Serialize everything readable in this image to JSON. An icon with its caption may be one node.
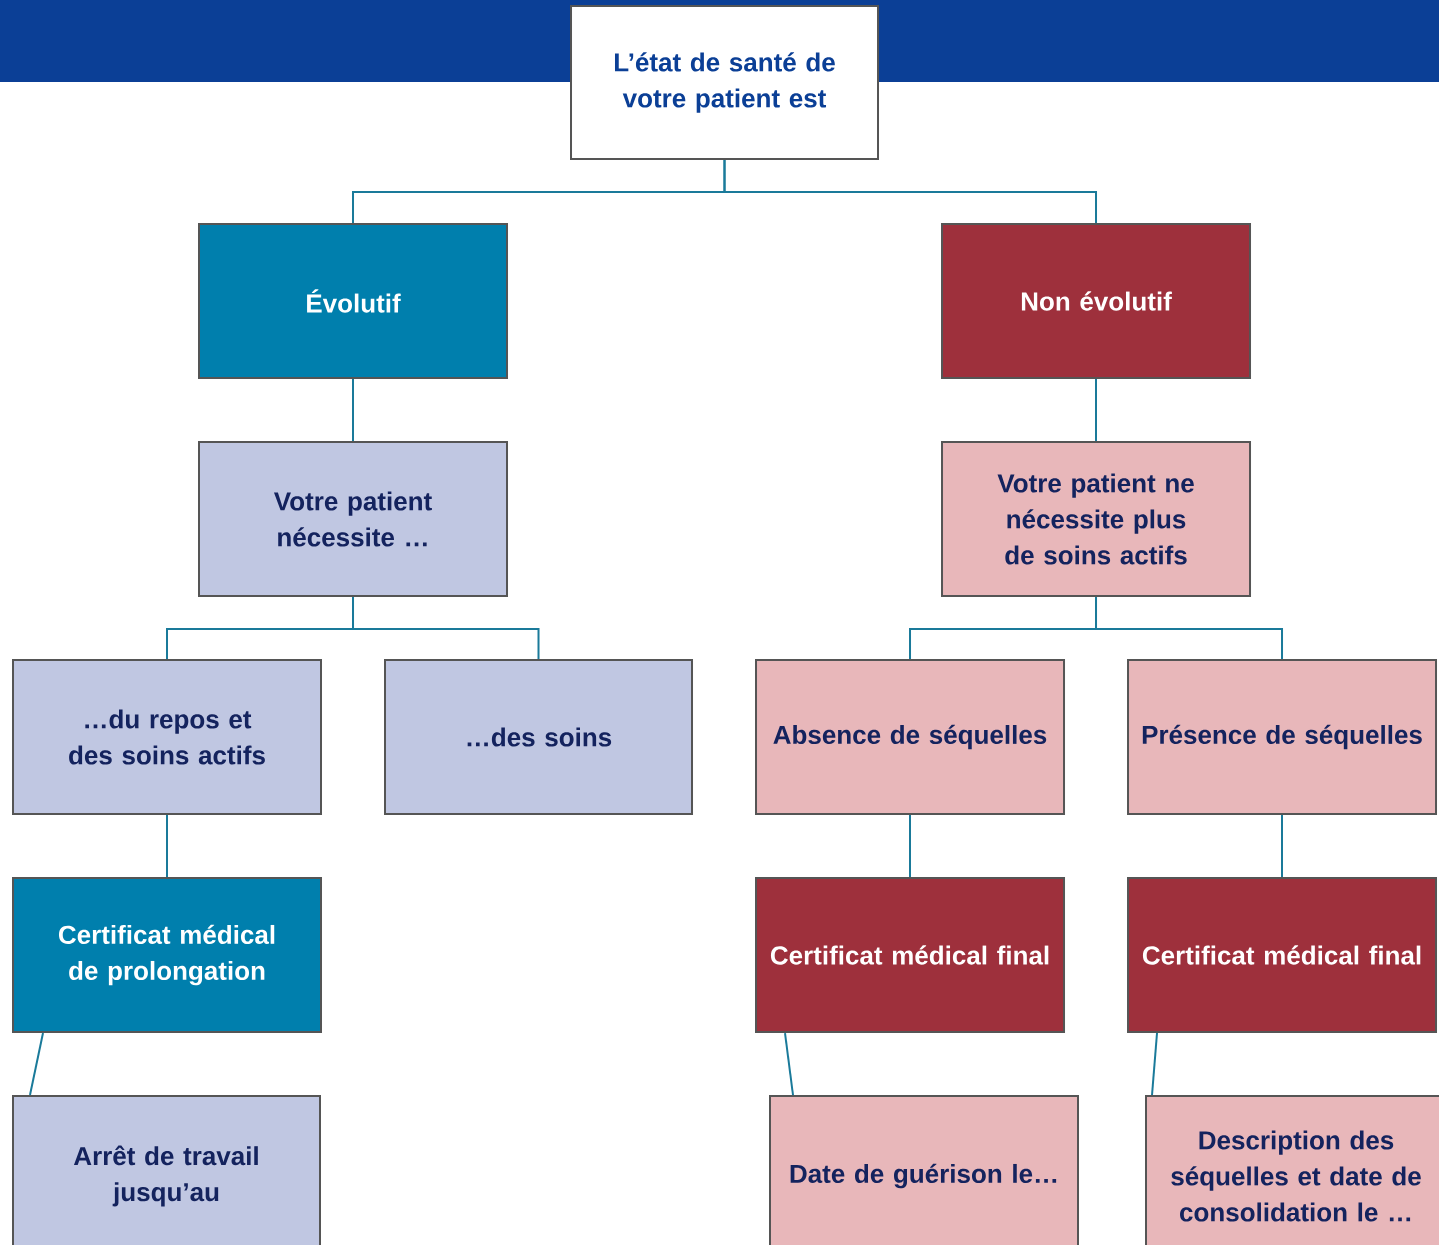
{
  "diagram": {
    "nodes": [
      {
        "text": [
          "L’état de santé de votre patient est"
        ]
      },
      {
        "text": [
          "Évolutif"
        ]
      },
      {
        "text": [
          "Non évolutif"
        ]
      },
      {
        "text": [
          "Votre patient nécessite …"
        ]
      },
      {
        "text": [
          "Votre patient ne nécessite plus de soins actifs"
        ]
      },
      {
        "text": [
          "…du repos et des soins actifs"
        ]
      },
      {
        "text": [
          "…des soins"
        ]
      },
      {
        "text": [
          "Absence de séquelles"
        ]
      },
      {
        "text": [
          "Présence de séquelles"
        ]
      },
      {
        "text": [
          "Certificat médical de prolongation"
        ]
      },
      {
        "text": [
          "Certificat médical final"
        ]
      },
      {
        "text": [
          "Certificat médical final"
        ]
      },
      {
        "text": [
          "Arrêt de travail jusqu’au"
        ]
      },
      {
        "text": [
          "Date de guérison le…"
        ]
      },
      {
        "text": [
          "Description des séquelles et date de consolidation le …"
        ]
      }
    ],
    "edges": [
      {
        "from": 0,
        "to": 1,
        "arrow": "none"
      },
      {
        "from": 0,
        "to": 2,
        "arrow": "none"
      },
      {
        "from": 1,
        "to": 3,
        "arrow": "none"
      },
      {
        "from": 2,
        "to": 4,
        "arrow": "none"
      },
      {
        "from": 3,
        "to": 5,
        "arrow": "none"
      },
      {
        "from": 3,
        "to": 6,
        "arrow": "none"
      },
      {
        "from": 4,
        "to": 7,
        "arrow": "none"
      },
      {
        "from": 4,
        "to": 8,
        "arrow": "none"
      },
      {
        "from": 5,
        "to": 9,
        "arrow": "none"
      },
      {
        "from": 7,
        "to": 10,
        "arrow": "none"
      },
      {
        "from": 8,
        "to": 11,
        "arrow": "none"
      },
      {
        "from": 9,
        "to": 12,
        "arrow": "none"
      },
      {
        "from": 10,
        "to": 13,
        "arrow": "none"
      },
      {
        "from": 11,
        "to": 14,
        "arrow": "none"
      }
    ]
  }
}
